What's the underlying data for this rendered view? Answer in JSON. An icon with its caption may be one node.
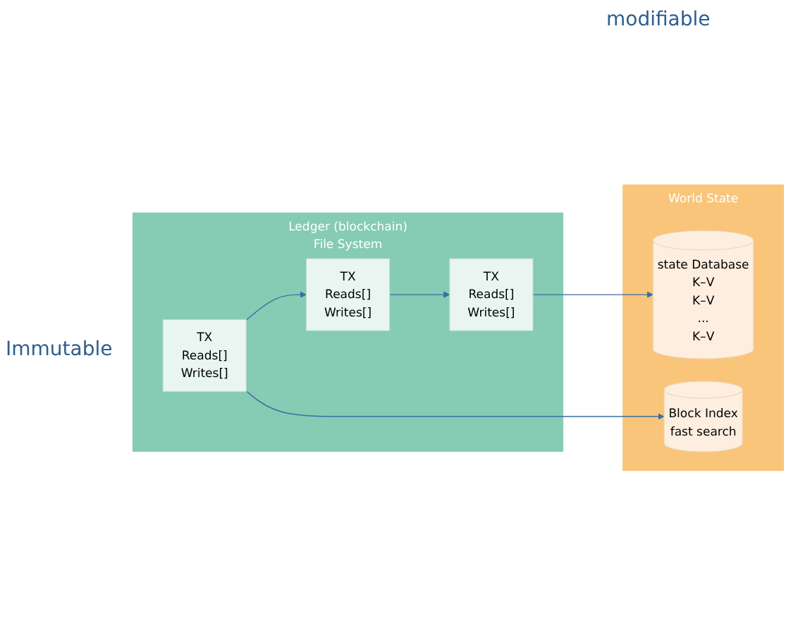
{
  "diagram": {
    "nodes": [
      {
        "text": [
          "Ledger (blockchain)",
          "File System"
        ]
      },
      {
        "text": [
          "TX",
          "Reads[]",
          "Writes[]"
        ],
        "in": 0
      },
      {
        "text": [
          "TX",
          "Reads[]",
          "Writes[]"
        ],
        "in": 0
      },
      {
        "text": [
          "TX",
          "Reads[]",
          "Writes[]"
        ],
        "in": 0
      },
      {
        "text": [
          "World State"
        ]
      },
      {
        "text": [
          "state Database",
          "K–V",
          "K–V",
          "...",
          "K–V"
        ],
        "in": 4
      },
      {
        "text": [
          "Block Index",
          "fast search"
        ],
        "in": 4
      }
    ],
    "edges": [
      {
        "from": 3,
        "to": 2,
        "arrow": "to"
      },
      {
        "from": 2,
        "to": 1,
        "arrow": "to"
      },
      {
        "from": 1,
        "to": 5,
        "arrow": "to"
      },
      {
        "from": 3,
        "to": 6,
        "arrow": "to"
      }
    ],
    "labels": [
      "modifiable",
      "Immutable"
    ]
  }
}
